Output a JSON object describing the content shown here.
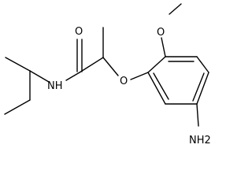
{
  "molecule": {
    "atoms": [
      {
        "id": "O1",
        "label": "O"
      },
      {
        "id": "N1",
        "label": "NH"
      },
      {
        "id": "O2",
        "label": "O"
      },
      {
        "id": "O3",
        "label": "O"
      },
      {
        "id": "N2",
        "label": "NH2"
      }
    ],
    "colors": {
      "bond": "#000000",
      "label": "#000000",
      "background": "#ffffff"
    }
  }
}
